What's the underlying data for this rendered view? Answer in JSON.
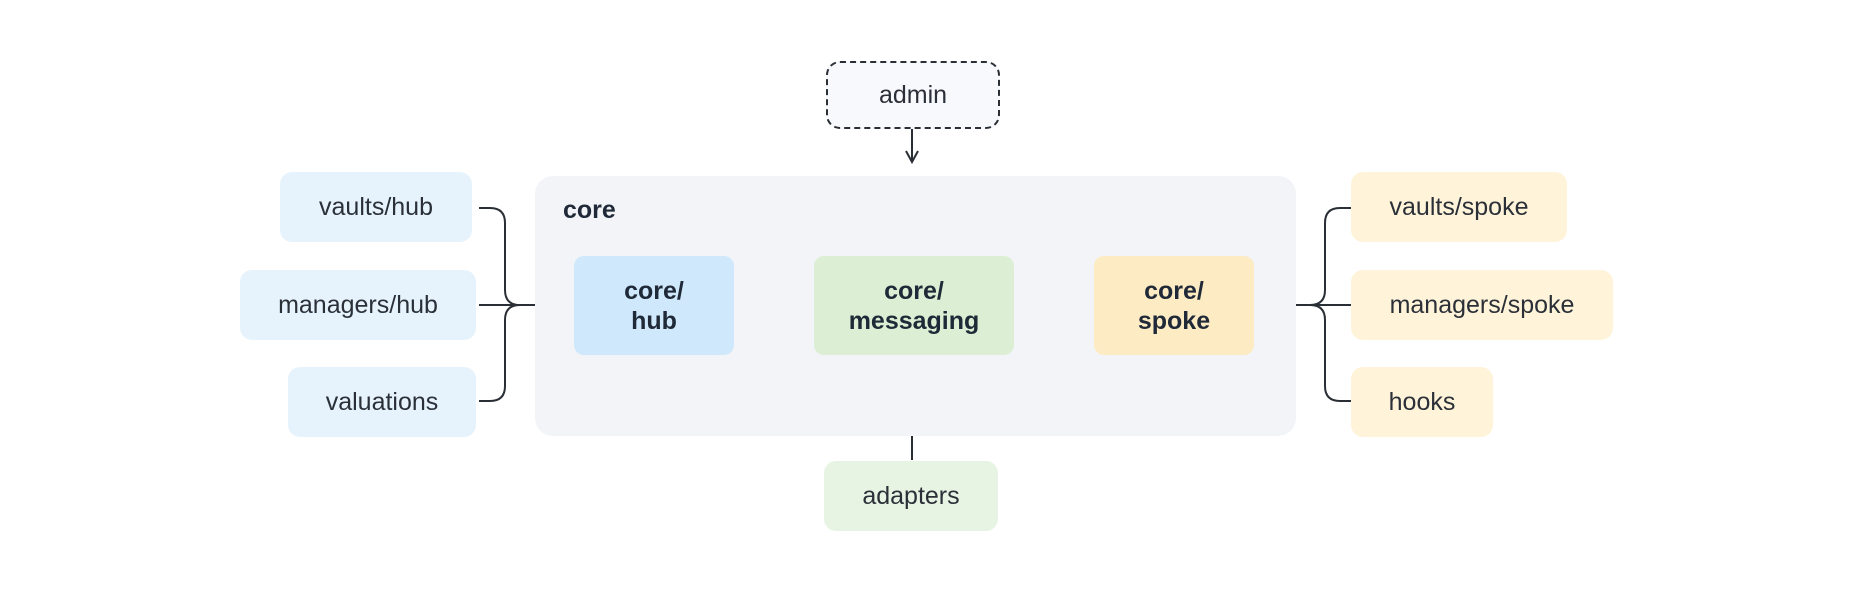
{
  "diagram": {
    "admin": "admin",
    "core": {
      "title": "core",
      "hub_line1": "core/",
      "hub_line2": "hub",
      "messaging_line1": "core/",
      "messaging_line2": "messaging",
      "spoke_line1": "core/",
      "spoke_line2": "spoke"
    },
    "left_nodes": [
      "vaults/hub",
      "managers/hub",
      "valuations"
    ],
    "right_nodes": [
      "vaults/spoke",
      "managers/spoke",
      "hooks"
    ],
    "bottom": "adapters"
  },
  "colors": {
    "hub_light": "#e6f3fc",
    "hub_core": "#cfe8fb",
    "spoke_light": "#fff4d9",
    "spoke_core": "#fdebc3",
    "messaging_light": "#e7f3e3",
    "messaging_core": "#dcefd4",
    "core_container": "#f2f4f8",
    "line": "#2a2f36"
  }
}
